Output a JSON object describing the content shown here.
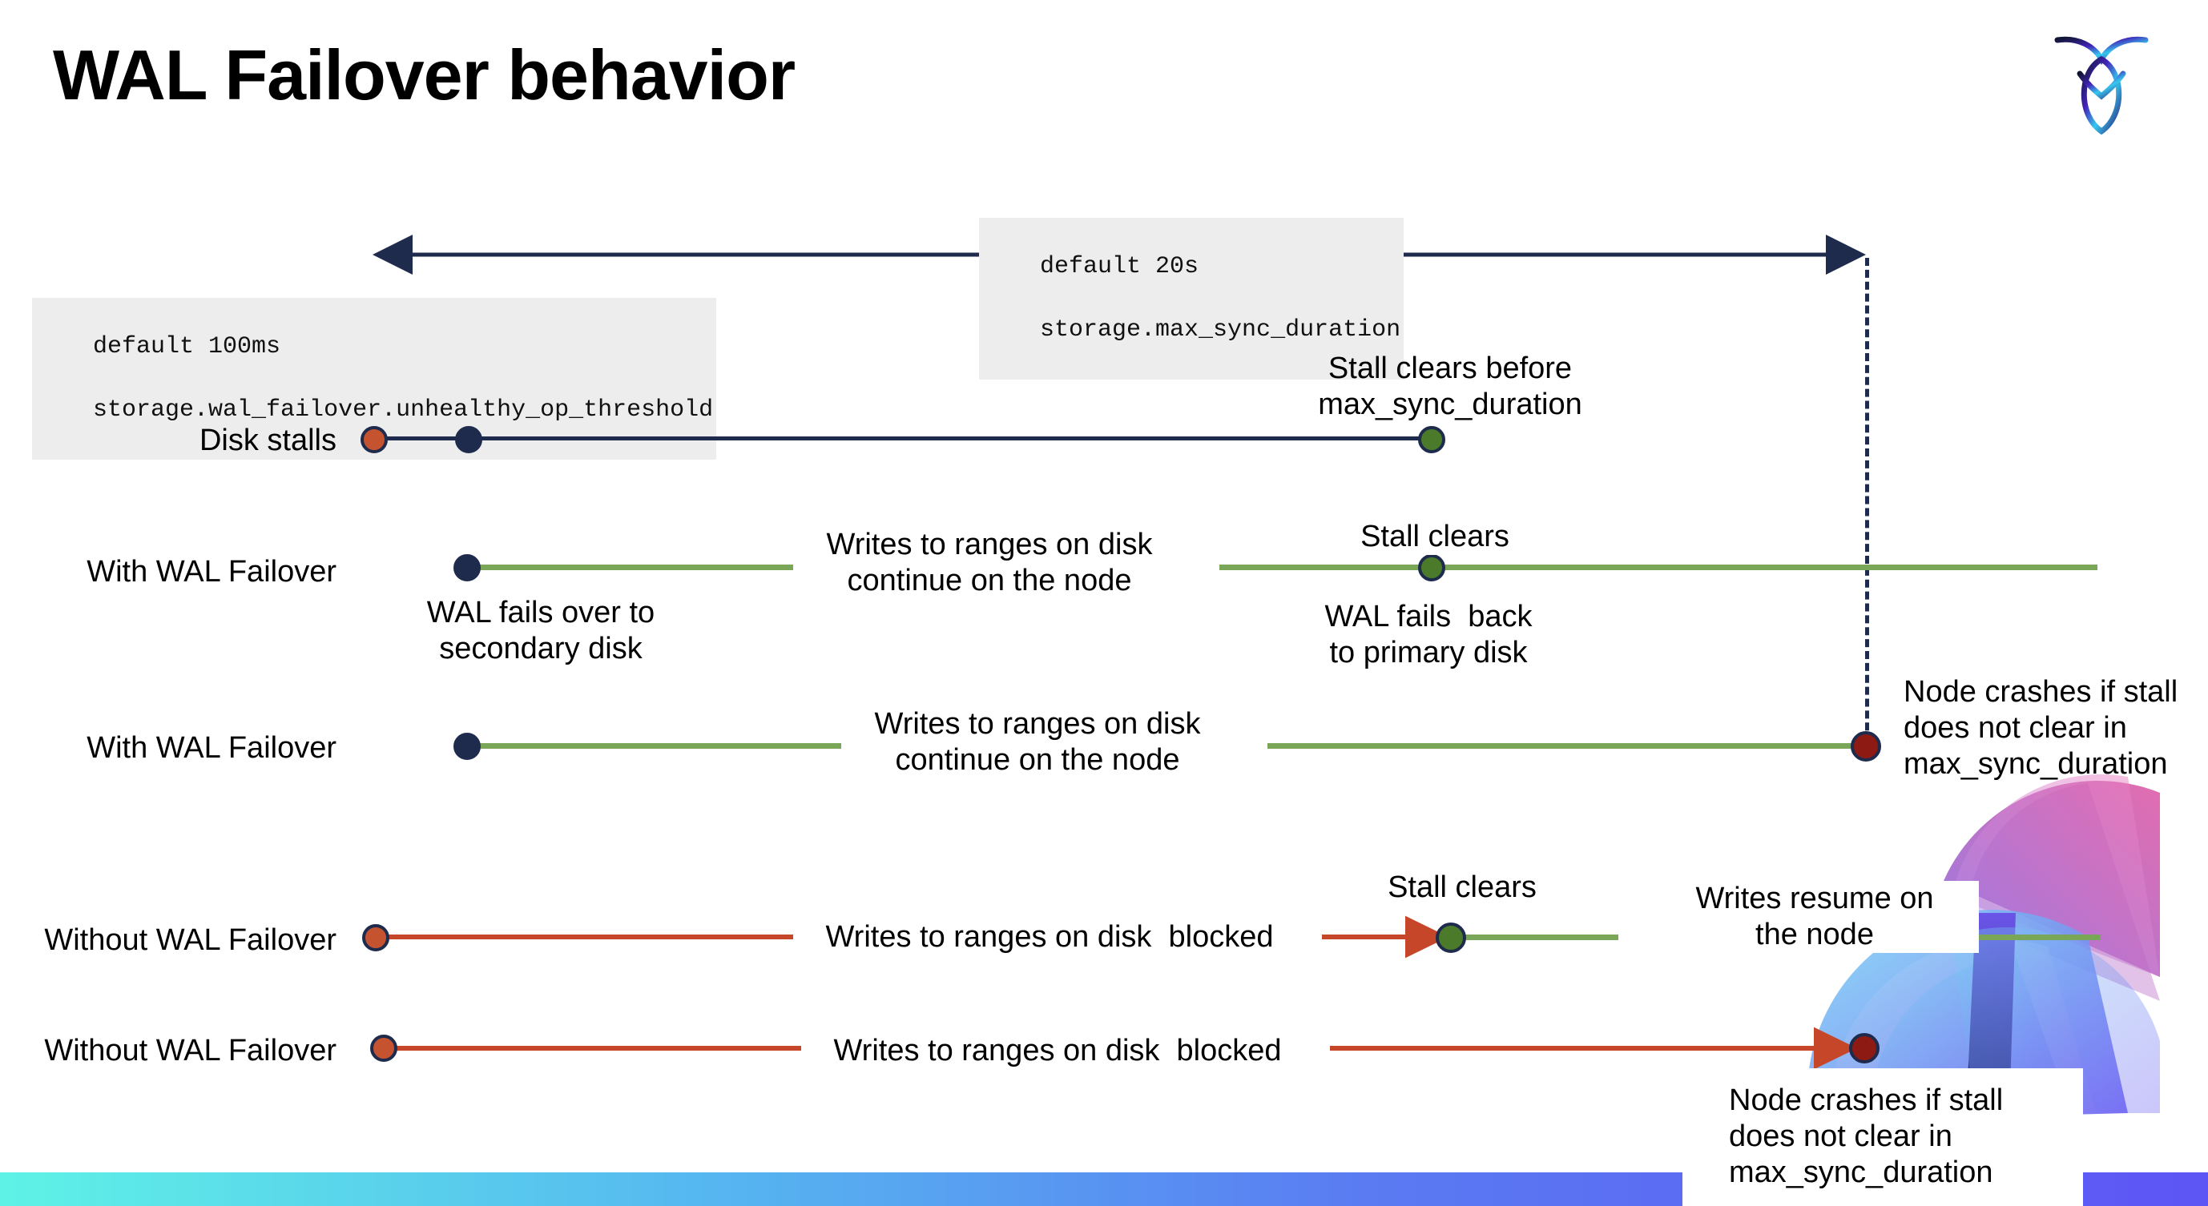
{
  "slide": {
    "title": "WAL Failover behavior",
    "logo_name": "cockroachdb-logo"
  },
  "annotations": {
    "max_sync": {
      "line1": "default 20s",
      "line2": "storage.max_sync_duration"
    },
    "unhealthy_op": {
      "line1": "default 100ms",
      "line2": "storage.wal_failover.unhealthy_op_threshold"
    }
  },
  "rows": [
    {
      "id": "disk-stalls",
      "label": "Disk stalls",
      "notes": [
        {
          "id": "stall-clears-before",
          "text": "Stall clears before\nmax_sync_duration"
        }
      ]
    },
    {
      "id": "with-wal-failover-1",
      "label": "With WAL Failover",
      "notes": [
        {
          "id": "wal-fails-over",
          "text": "WAL fails over to\nsecondary disk"
        },
        {
          "id": "writes-continue-1",
          "text": "Writes to ranges on disk\ncontinue on the node"
        },
        {
          "id": "stall-clears-1",
          "text": "Stall clears"
        },
        {
          "id": "wal-fails-back",
          "text": "WAL fails  back\nto primary disk"
        }
      ]
    },
    {
      "id": "with-wal-failover-2",
      "label": "With WAL Failover",
      "notes": [
        {
          "id": "writes-continue-2",
          "text": "Writes to ranges on disk\ncontinue on the node"
        },
        {
          "id": "node-crashes-1",
          "text": "Node crashes if stall\ndoes not clear in\nmax_sync_duration"
        }
      ]
    },
    {
      "id": "without-wal-failover-1",
      "label": "Without WAL Failover",
      "notes": [
        {
          "id": "writes-blocked-1",
          "text": "Writes to ranges on disk  blocked"
        },
        {
          "id": "stall-clears-2",
          "text": "Stall clears"
        },
        {
          "id": "writes-resume",
          "text": "Writes resume on\nthe node"
        }
      ]
    },
    {
      "id": "without-wal-failover-2",
      "label": "Without WAL Failover",
      "notes": [
        {
          "id": "writes-blocked-2",
          "text": "Writes to ranges on disk  blocked"
        },
        {
          "id": "node-crashes-2",
          "text": "Node crashes if stall\ndoes not clear in\nmax_sync_duration"
        }
      ]
    }
  ],
  "colors": {
    "navy": "#1e2b4d",
    "green_line": "#7aa757",
    "green_dot": "#4b7b2a",
    "orange": "#c6532f",
    "orange_line": "#c6462a",
    "dark_red": "#8e1a14",
    "code_bg": "#ededed",
    "bar_from": "#5ef2e6",
    "bar_to": "#5d55f5"
  }
}
